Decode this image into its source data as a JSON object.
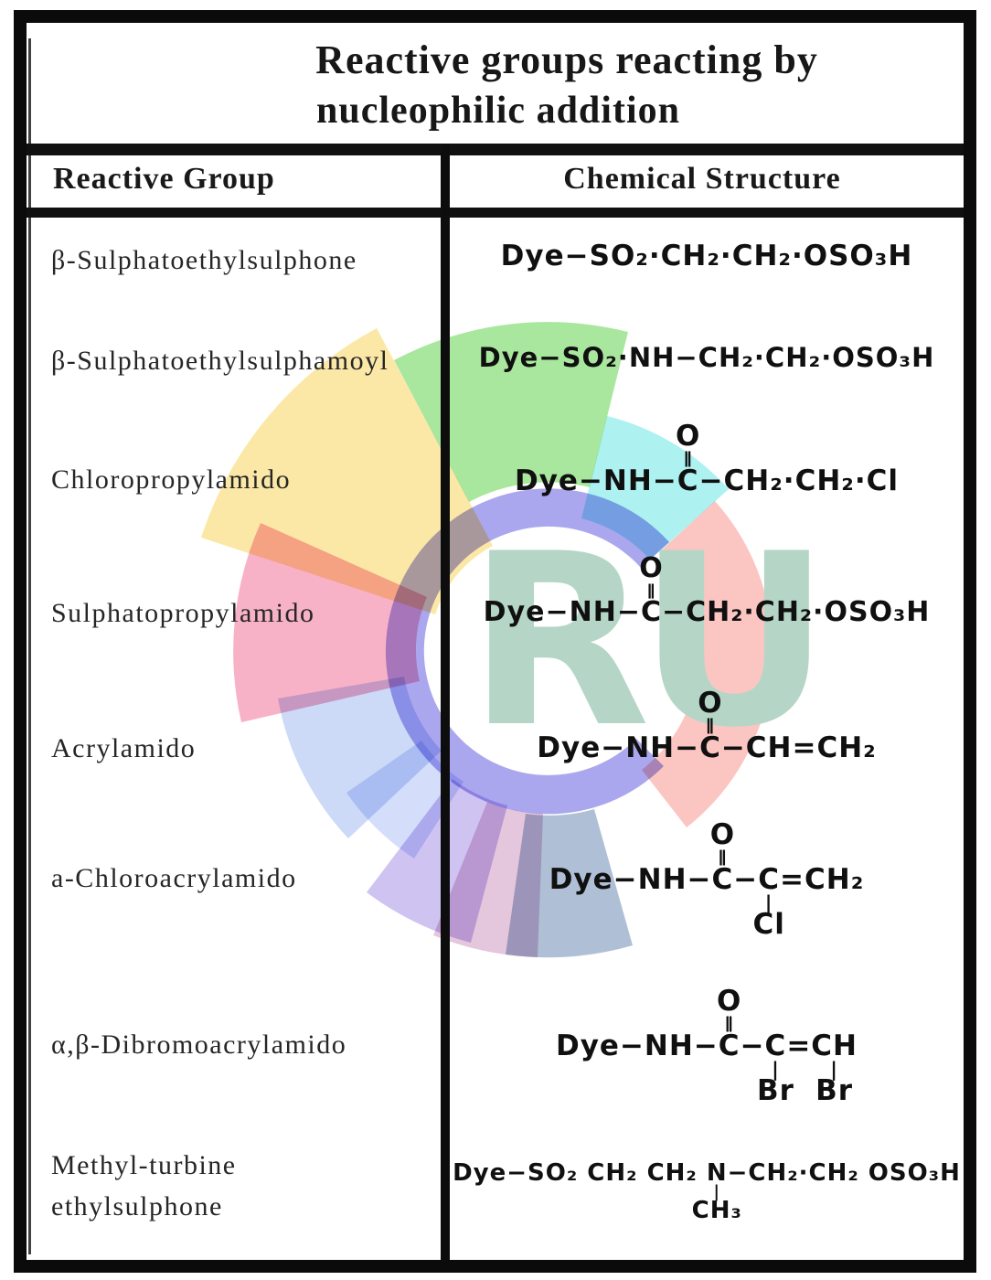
{
  "title": {
    "line1": "Reactive groups reacting by",
    "line2": "nucleophilic addition"
  },
  "header": {
    "col1": "Reactive Group",
    "col2": "Chemical Structure"
  },
  "rows": [
    {
      "group": "β-Sulphatoethylsulphone",
      "formula": [
        {
          "t": "Dye−SO₂·CH₂·CH₂·OSO₃H"
        }
      ]
    },
    {
      "group": "β-Sulphatoethylsulphamoyl",
      "formula": [
        {
          "t": "Dye−SO₂·NH−CH₂·CH₂·OSO₃H"
        }
      ]
    },
    {
      "group": "Chloropropylamido",
      "formula": [
        {
          "t": "Dye−NH−"
        },
        {
          "t": "C",
          "above": "O"
        },
        {
          "t": "−CH₂·CH₂·Cl"
        }
      ]
    },
    {
      "group": "Sulphatopropylamido",
      "formula": [
        {
          "t": "Dye−NH−"
        },
        {
          "t": "C",
          "above": "O"
        },
        {
          "t": "−CH₂·CH₂·OSO₃H"
        }
      ]
    },
    {
      "group": "Acrylamido",
      "formula": [
        {
          "t": "Dye−NH−"
        },
        {
          "t": "C",
          "above": "O"
        },
        {
          "t": "−CH=CH₂"
        }
      ]
    },
    {
      "group": "a-Chloroacrylamido",
      "formula": [
        {
          "t": "Dye−NH−"
        },
        {
          "t": "C",
          "above": "O"
        },
        {
          "t": "−"
        },
        {
          "t": "C",
          "below": "Cl"
        },
        {
          "t": "=CH₂"
        }
      ]
    },
    {
      "group": "α,β-Dibromoacrylamido",
      "formula": [
        {
          "t": "Dye−NH−"
        },
        {
          "t": "C",
          "above": "O"
        },
        {
          "t": "−"
        },
        {
          "t": "C",
          "below": "Br"
        },
        {
          "t": "="
        },
        {
          "t": "CH",
          "below": "Br"
        }
      ]
    },
    {
      "group": "Methyl-turbine\nethylsulphone",
      "formula": [
        {
          "t": "Dye−SO₂ CH₂ CH₂ "
        },
        {
          "t": "N",
          "below": "CH₃"
        },
        {
          "t": "−CH₂·CH₂ OSO₃H"
        }
      ]
    }
  ],
  "watermark": {
    "letters": "RU",
    "colors": {
      "green": "#a9e79e",
      "cyan": "#adf1f1",
      "yellow": "#fbe8a6",
      "pink": "#f8b2c8",
      "periwinkle": "#ccd9f7",
      "lightblue": "#d4defa",
      "violet": "#cfc3f2",
      "mauve": "#e4c6dd",
      "grayblue": "#afc0d6",
      "salmon": "#fbc6c2",
      "ring": "#aba7ee",
      "letters_fill": "#b5d6c6"
    }
  }
}
